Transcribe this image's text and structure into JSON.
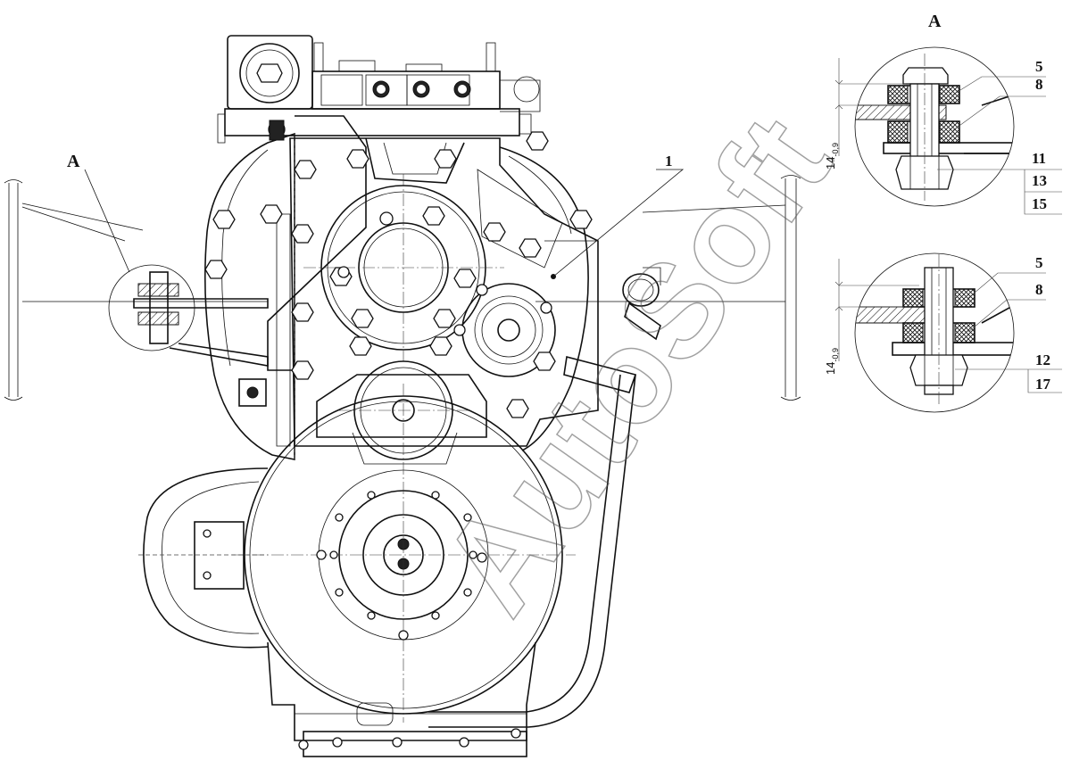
{
  "main_view": {
    "callout_A": "A",
    "part_1": "1",
    "watermark": "AutoSoft"
  },
  "detail_top": {
    "title": "A",
    "dimension": "14",
    "tolerance": "-0,9",
    "labels": [
      "5",
      "8",
      "11",
      "13",
      "15"
    ]
  },
  "detail_bottom": {
    "dimension": "14",
    "tolerance": "-0,9",
    "labels": [
      "5",
      "8",
      "12",
      "17"
    ]
  },
  "colors": {
    "line": "#111111",
    "background": "#ffffff",
    "watermark": "#555555"
  }
}
